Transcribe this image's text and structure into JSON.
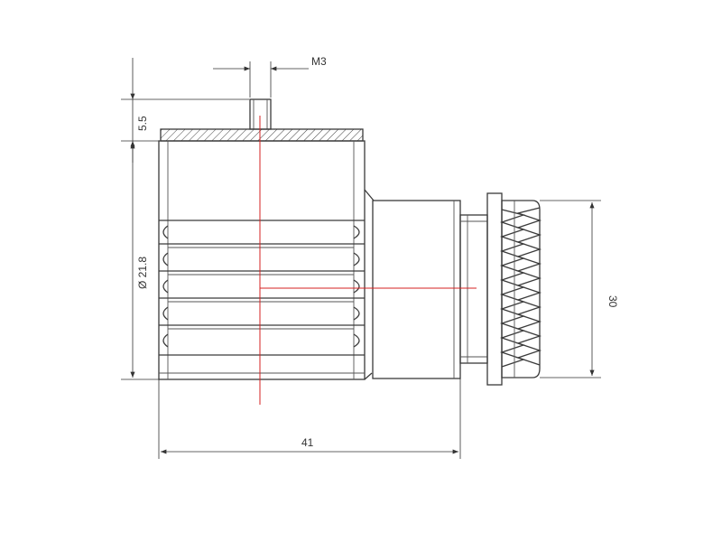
{
  "dimensions": {
    "thread": "M3",
    "pin_height": "5.5",
    "body_diameter": "Ø 21.8",
    "cable_gland": "30",
    "total_length": "41"
  },
  "colors": {
    "outline": "#3a3a3a",
    "dimension": "#333333",
    "centerline": "#d42020"
  }
}
